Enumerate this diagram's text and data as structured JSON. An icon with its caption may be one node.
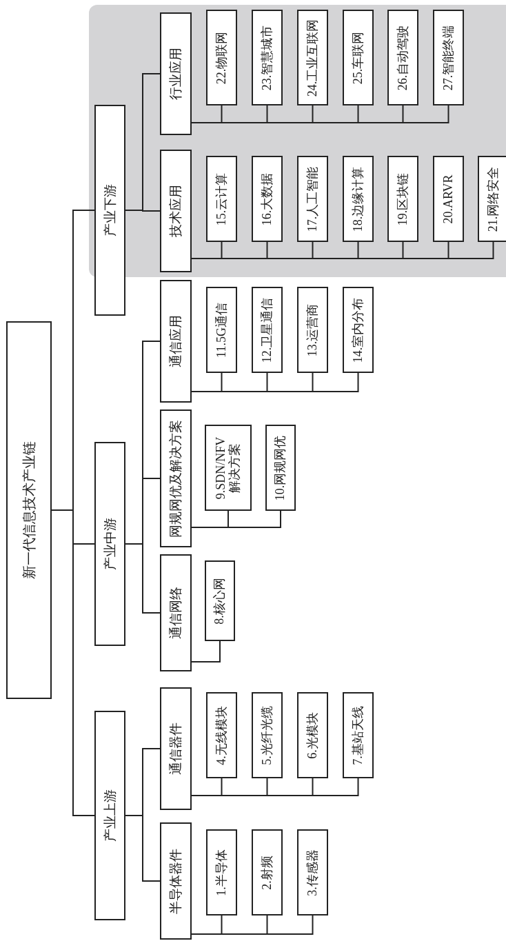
{
  "diagram": {
    "nodes": [
      {
        "text": [
          "新一代信息技术产业链"
        ]
      },
      {
        "text": [
          "产业上游"
        ]
      },
      {
        "text": [
          "半导体器件"
        ]
      },
      {
        "text": [
          "1.半导体"
        ]
      },
      {
        "text": [
          "2.射频"
        ]
      },
      {
        "text": [
          "3.传感器"
        ]
      },
      {
        "text": [
          "通信器件"
        ]
      },
      {
        "text": [
          "4.无线模块"
        ]
      },
      {
        "text": [
          "5.光纤光缆"
        ]
      },
      {
        "text": [
          "6.光模块"
        ]
      },
      {
        "text": [
          "7.基站天线"
        ]
      },
      {
        "text": [
          "产业中游"
        ]
      },
      {
        "text": [
          "通信网络"
        ]
      },
      {
        "text": [
          "8.核心网"
        ]
      },
      {
        "text": [
          "网规网优及解决方案"
        ]
      },
      {
        "text": [
          "9.SDN/NFV解决方案"
        ]
      },
      {
        "text": [
          "10.网规网优"
        ]
      },
      {
        "text": [
          "通信应用"
        ]
      },
      {
        "text": [
          "11.5G通信"
        ]
      },
      {
        "text": [
          "12.卫星通信"
        ]
      },
      {
        "text": [
          "13.运营商"
        ]
      },
      {
        "text": [
          "14.室内分布"
        ]
      },
      {
        "text": [
          "产业下游"
        ]
      },
      {
        "text": [
          "技术应用"
        ]
      },
      {
        "text": [
          "15.云计算"
        ]
      },
      {
        "text": [
          "16.大数据"
        ]
      },
      {
        "text": [
          "17.人工智能"
        ]
      },
      {
        "text": [
          "18.边缘计算"
        ]
      },
      {
        "text": [
          "19.区块链"
        ]
      },
      {
        "text": [
          "20.ARVR"
        ]
      },
      {
        "text": [
          "21.网络安全"
        ]
      },
      {
        "text": [
          "行业应用"
        ]
      },
      {
        "text": [
          "22.物联网"
        ]
      },
      {
        "text": [
          "23.智慧城市"
        ]
      },
      {
        "text": [
          "24.工业互联网"
        ]
      },
      {
        "text": [
          "25.车联网"
        ]
      },
      {
        "text": [
          "26.自动驾驶"
        ]
      },
      {
        "text": [
          "27.智能终端"
        ]
      }
    ],
    "edges": [
      {
        "from": 0,
        "to": 1,
        "arrow": "none"
      },
      {
        "from": 1,
        "to": 2,
        "arrow": "none"
      },
      {
        "from": 2,
        "to": 3,
        "arrow": "none"
      },
      {
        "from": 2,
        "to": 4,
        "arrow": "none"
      },
      {
        "from": 2,
        "to": 5,
        "arrow": "none"
      },
      {
        "from": 1,
        "to": 6,
        "arrow": "none"
      },
      {
        "from": 6,
        "to": 7,
        "arrow": "none"
      },
      {
        "from": 6,
        "to": 8,
        "arrow": "none"
      },
      {
        "from": 6,
        "to": 9,
        "arrow": "none"
      },
      {
        "from": 6,
        "to": 10,
        "arrow": "none"
      },
      {
        "from": 0,
        "to": 11,
        "arrow": "none"
      },
      {
        "from": 11,
        "to": 12,
        "arrow": "none"
      },
      {
        "from": 12,
        "to": 13,
        "arrow": "none"
      },
      {
        "from": 11,
        "to": 14,
        "arrow": "none"
      },
      {
        "from": 14,
        "to": 15,
        "arrow": "none"
      },
      {
        "from": 14,
        "to": 16,
        "arrow": "none"
      },
      {
        "from": 11,
        "to": 17,
        "arrow": "none"
      },
      {
        "from": 17,
        "to": 18,
        "arrow": "none"
      },
      {
        "from": 17,
        "to": 19,
        "arrow": "none"
      },
      {
        "from": 17,
        "to": 20,
        "arrow": "none"
      },
      {
        "from": 17,
        "to": 21,
        "arrow": "none"
      },
      {
        "from": 0,
        "to": 22,
        "arrow": "none"
      },
      {
        "from": 22,
        "to": 23,
        "arrow": "none"
      },
      {
        "from": 23,
        "to": 24,
        "arrow": "none"
      },
      {
        "from": 23,
        "to": 25,
        "arrow": "none"
      },
      {
        "from": 23,
        "to": 26,
        "arrow": "none"
      },
      {
        "from": 23,
        "to": 27,
        "arrow": "none"
      },
      {
        "from": 23,
        "to": 28,
        "arrow": "none"
      },
      {
        "from": 23,
        "to": 29,
        "arrow": "none"
      },
      {
        "from": 23,
        "to": 30,
        "arrow": "none"
      },
      {
        "from": 22,
        "to": 31,
        "arrow": "none"
      },
      {
        "from": 31,
        "to": 32,
        "arrow": "none"
      },
      {
        "from": 31,
        "to": 33,
        "arrow": "none"
      },
      {
        "from": 31,
        "to": 34,
        "arrow": "none"
      },
      {
        "from": 31,
        "to": 35,
        "arrow": "none"
      },
      {
        "from": 31,
        "to": 36,
        "arrow": "none"
      },
      {
        "from": 31,
        "to": 37,
        "arrow": "none"
      }
    ]
  }
}
